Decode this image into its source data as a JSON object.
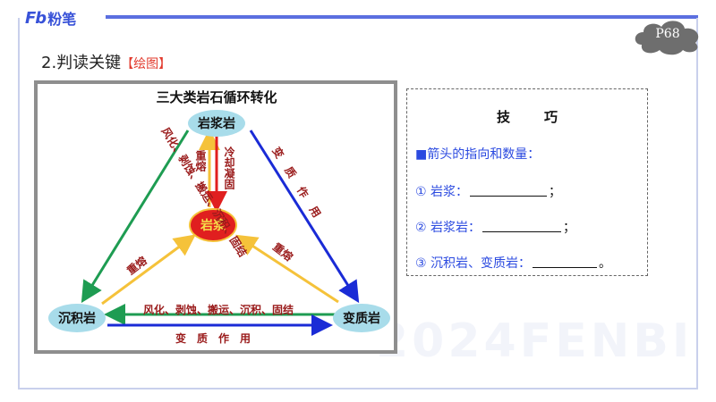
{
  "brand": {
    "mark": "Fb",
    "name": "粉笔"
  },
  "page_label": "P68",
  "heading": {
    "text": "2.判读关键",
    "tag": "【绘图】"
  },
  "watermark": "2024FENBI",
  "diagram": {
    "title": "三大类岩石循环转化",
    "nodes": {
      "top": "岩浆岩",
      "center": "岩浆",
      "left": "沉积岩",
      "right": "变质岩"
    },
    "labels": {
      "left_side": "风化、剥蚀、搬运、沉积、固结",
      "right_side": "变质作用",
      "bottom_upper": "风化、剥蚀、搬运、沉积、固结",
      "bottom_lower": "变质作用",
      "vert_left": "重熔",
      "vert_right": "冷却凝固",
      "diag_left": "重熔",
      "diag_right": "重熔"
    },
    "colors": {
      "green": "#1e9c52",
      "blue": "#1a2bd6",
      "yellow": "#f5c23a",
      "red": "#e01f1f",
      "text_red": "#9a1b1b",
      "oval": "#a8dcea"
    }
  },
  "tips": {
    "title": "技巧",
    "intro": "■箭头的指向和数量：",
    "items": [
      {
        "label": "① 岩浆：",
        "end": "；"
      },
      {
        "label": "② 岩浆岩：",
        "end": "；"
      },
      {
        "label": "③ 沉积岩、变质岩：",
        "end": "。"
      }
    ]
  }
}
